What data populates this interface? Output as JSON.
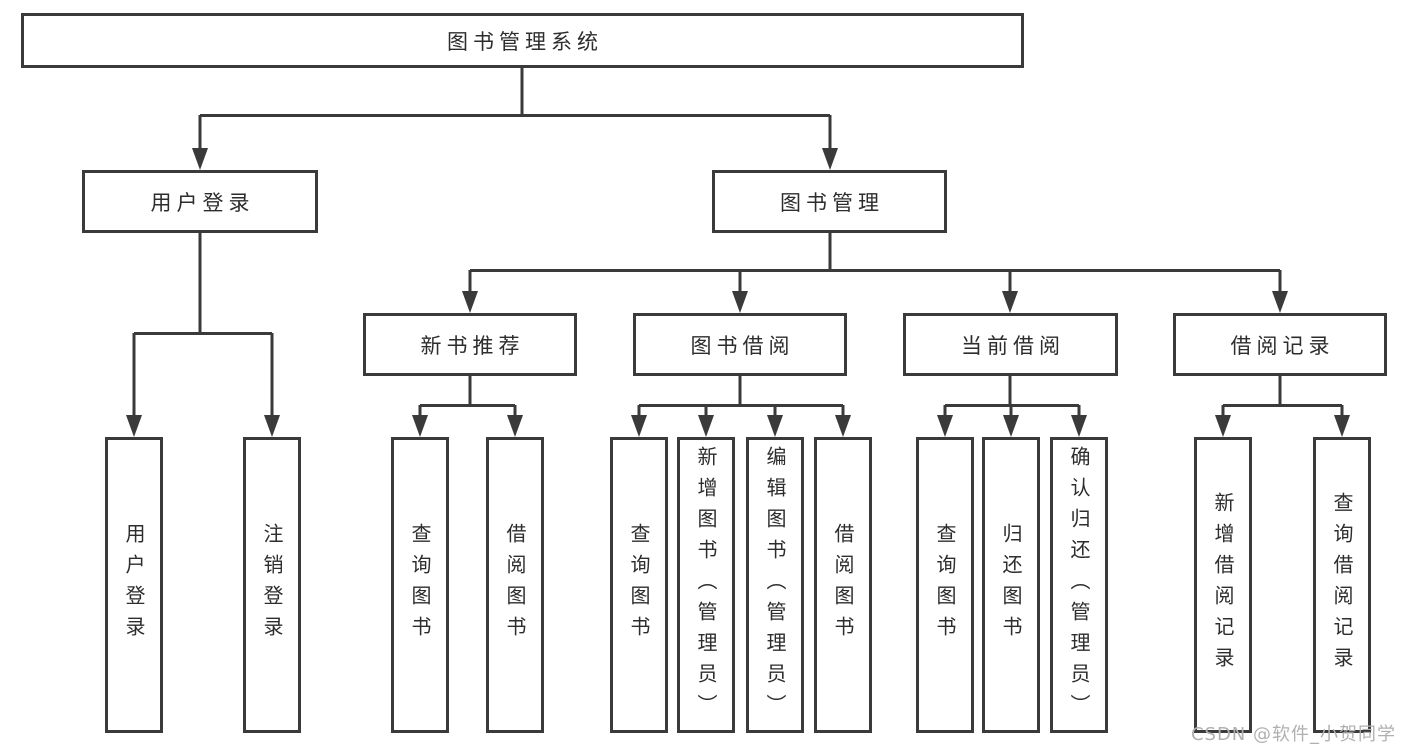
{
  "diagram": {
    "root": {
      "label": "图书管理系统"
    },
    "level2": [
      {
        "label": "用户登录"
      },
      {
        "label": "图书管理"
      }
    ],
    "level3": [
      {
        "label": "新书推荐"
      },
      {
        "label": "图书借阅"
      },
      {
        "label": "当前借阅"
      },
      {
        "label": "借阅记录"
      }
    ],
    "leaves": {
      "user_login": [
        "用户登录",
        "注销登录"
      ],
      "new_book_recommend": [
        "查询图书",
        "借阅图书"
      ],
      "book_borrow": [
        "查询图书",
        "新增图书（管理员）",
        "编辑图书（管理员）",
        "借阅图书"
      ],
      "current_borrow": [
        "查询图书",
        "归还图书",
        "确认归还（管理员）"
      ],
      "borrow_records": [
        "新增借阅记录",
        "查询借阅记录"
      ]
    }
  },
  "watermark": {
    "text": "CSDN @软件_小贺同学",
    "color": "#b0b0b0"
  },
  "colors": {
    "line": "#3a3a3a",
    "box_border": "#3a3a3a",
    "box_fill": "#ffffff",
    "text": "#2d2d2d",
    "background": "#ffffff"
  }
}
